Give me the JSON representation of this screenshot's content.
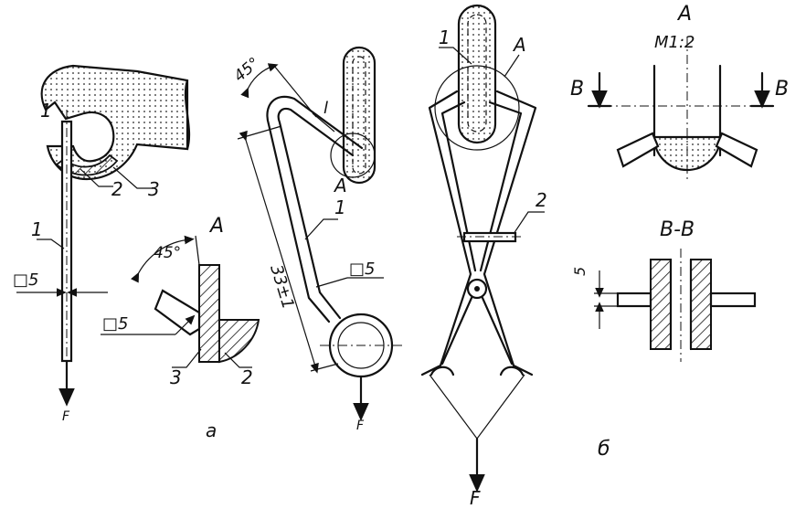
{
  "labels": {
    "a": {
      "part1": "1",
      "part2": "2",
      "part3": "3",
      "dim_side": "□5",
      "view": "A",
      "angle": "45°",
      "dim_weld": "□5",
      "sec_part3": "3",
      "sec_part2": "2",
      "force": "F",
      "caption": "а"
    },
    "mid": {
      "angle": "45°",
      "small_l": "l",
      "length": "33±1",
      "part1": "1",
      "dim_side": "□5",
      "view": "A",
      "force": "F"
    },
    "b": {
      "part1": "1",
      "view": "A",
      "part2": "2",
      "force": "F",
      "caption": "б"
    },
    "detail": {
      "view": "A",
      "scale": "M1:2",
      "cut_left": "В",
      "cut_right": "В",
      "section": "В-В",
      "dim": "5"
    }
  }
}
